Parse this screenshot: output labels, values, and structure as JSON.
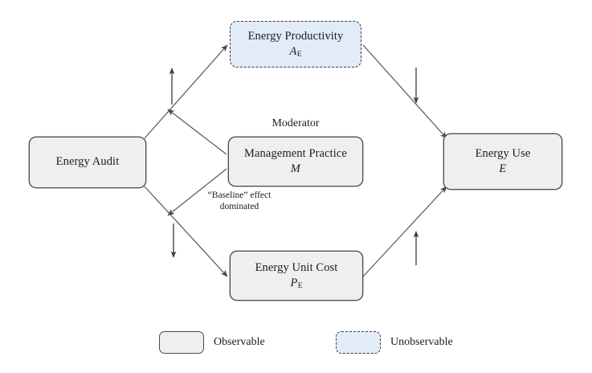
{
  "diagram": {
    "nodes": [
      {
        "id": "energy-audit",
        "title": "Energy Audit",
        "symbol": "",
        "type": "observable"
      },
      {
        "id": "energy-productivity",
        "title": "Energy Productivity",
        "symbol": "A",
        "symbol_sub": "E",
        "type": "unobservable"
      },
      {
        "id": "management-practice",
        "title": "Management Practice",
        "symbol": "M",
        "symbol_sub": "",
        "type": "observable"
      },
      {
        "id": "energy-unit-cost",
        "title": "Energy Unit Cost",
        "symbol": "P",
        "symbol_sub": "E",
        "type": "observable"
      },
      {
        "id": "energy-use",
        "title": "Energy Use",
        "symbol": "E",
        "symbol_sub": "",
        "type": "observable"
      }
    ],
    "moderator_label": "Moderator",
    "baseline_note_line1": "“Baseline” effect",
    "baseline_note_line2": "dominated",
    "edge_annotations": [
      {
        "id": "audit-to-productivity",
        "glyph": "up-arrow",
        "meaning": "increase"
      },
      {
        "id": "productivity-to-use",
        "glyph": "down-arrow",
        "meaning": "decrease"
      },
      {
        "id": "audit-to-cost",
        "glyph": "down-arrow",
        "meaning": "decrease"
      },
      {
        "id": "cost-to-use",
        "glyph": "up-arrow",
        "meaning": "increase"
      }
    ]
  },
  "legend": {
    "items": [
      {
        "id": "observable",
        "label": "Observable",
        "fill": "#efefef",
        "border": "#4a4a4a",
        "style": "solid"
      },
      {
        "id": "unobservable",
        "label": "Unobservable",
        "fill": "#e2ebf8",
        "border": "#3b3b3b",
        "style": "dashed"
      }
    ]
  },
  "colors": {
    "observable_fill": "#efefef",
    "unobservable_fill": "#e2ebf8",
    "border": "#4a4a4a",
    "edge": "#5a5a5a",
    "text": "#1c1c1c"
  }
}
